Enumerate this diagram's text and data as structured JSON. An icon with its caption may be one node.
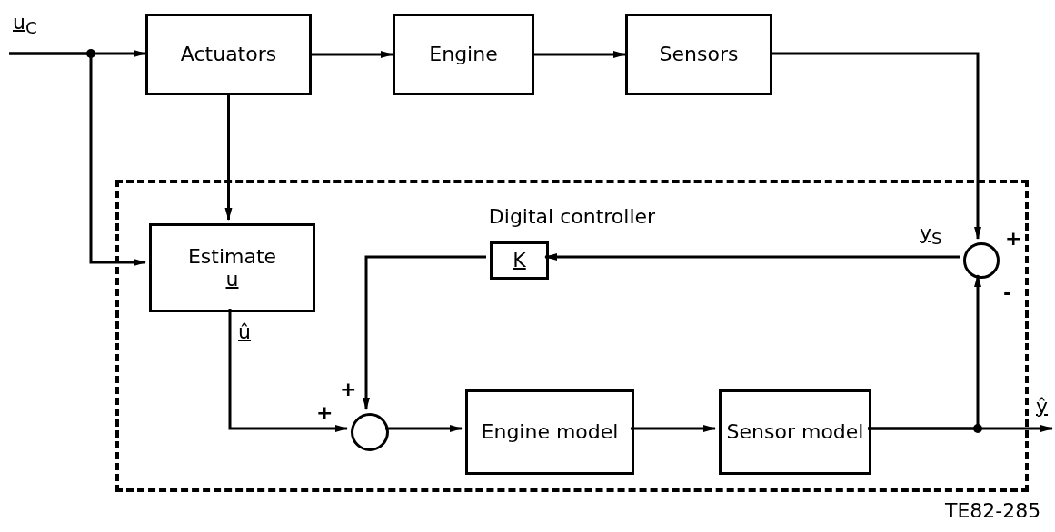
{
  "diagram": {
    "nodes": [
      {
        "text": [
          "Actuators"
        ]
      },
      {
        "text": [
          "Engine"
        ]
      },
      {
        "text": [
          "Sensors"
        ]
      },
      {
        "text": [
          "Digital controller"
        ]
      },
      {
        "text": [
          "Estimate",
          "u"
        ],
        "in": 3
      },
      {
        "text": [
          "K"
        ],
        "in": 3
      },
      {
        "text": [],
        "shape": "circle",
        "in": 3
      },
      {
        "text": [],
        "shape": "circle",
        "in": 3
      },
      {
        "text": [
          "Engine model"
        ],
        "in": 3
      },
      {
        "text": [
          "Sensor model"
        ],
        "in": 3
      }
    ],
    "edges": [
      {
        "from": null,
        "to": 0,
        "arrow": "to",
        "label": "u$_{C}$"
      },
      {
        "from": null,
        "to": 4,
        "arrow": "to"
      },
      {
        "from": 0,
        "to": 1,
        "arrow": "to"
      },
      {
        "from": 1,
        "to": 2,
        "arrow": "to"
      },
      {
        "from": 2,
        "to": 6,
        "arrow": "to",
        "label": "y$_{S}$"
      },
      {
        "from": 0,
        "to": 4,
        "arrow": "to"
      },
      {
        "from": 6,
        "to": 5,
        "arrow": "to"
      },
      {
        "from": 5,
        "to": 7,
        "arrow": "to"
      },
      {
        "from": 4,
        "to": 7,
        "arrow": "to",
        "label": "û"
      },
      {
        "from": 7,
        "to": 8,
        "arrow": "to"
      },
      {
        "from": 8,
        "to": 9,
        "arrow": "to"
      },
      {
        "from": 9,
        "to": 6,
        "arrow": "to"
      },
      {
        "from": 9,
        "to": null,
        "arrow": "to",
        "label": "ŷ"
      }
    ],
    "labels": [
      "+",
      "-",
      "+",
      "+",
      "TE82-285"
    ]
  }
}
